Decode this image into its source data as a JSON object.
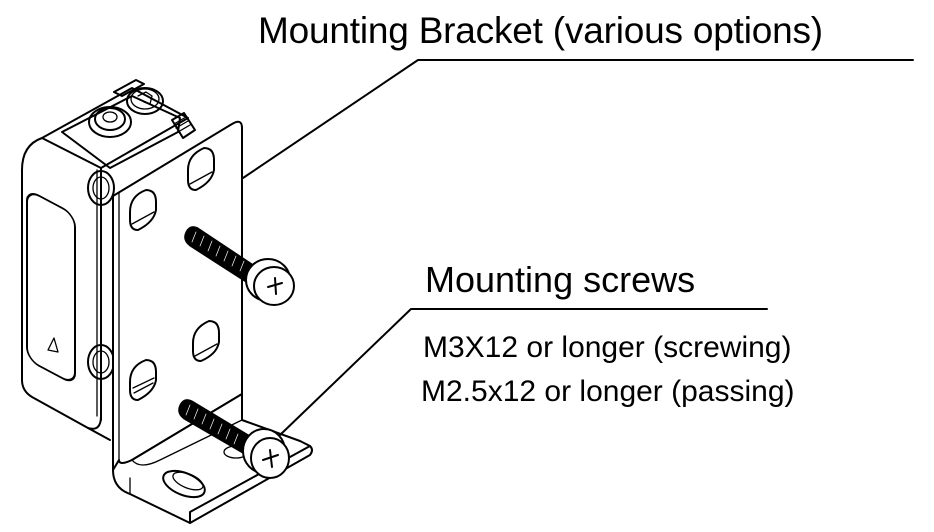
{
  "diagram": {
    "subject": "Photoelectric sensor mounted on L-shaped bracket with two screws",
    "ink_color": "#000000",
    "background_color": "#ffffff",
    "callouts": [
      {
        "id": "bracket",
        "title": "Mounting Bracket (various options)",
        "points_to": "mounting-bracket"
      },
      {
        "id": "screws",
        "title": "Mounting screws",
        "points_to": "mounting-screw",
        "specs": [
          "M3X12 or longer (screwing)",
          "M2.5x12 or longer (passing)"
        ]
      }
    ]
  }
}
